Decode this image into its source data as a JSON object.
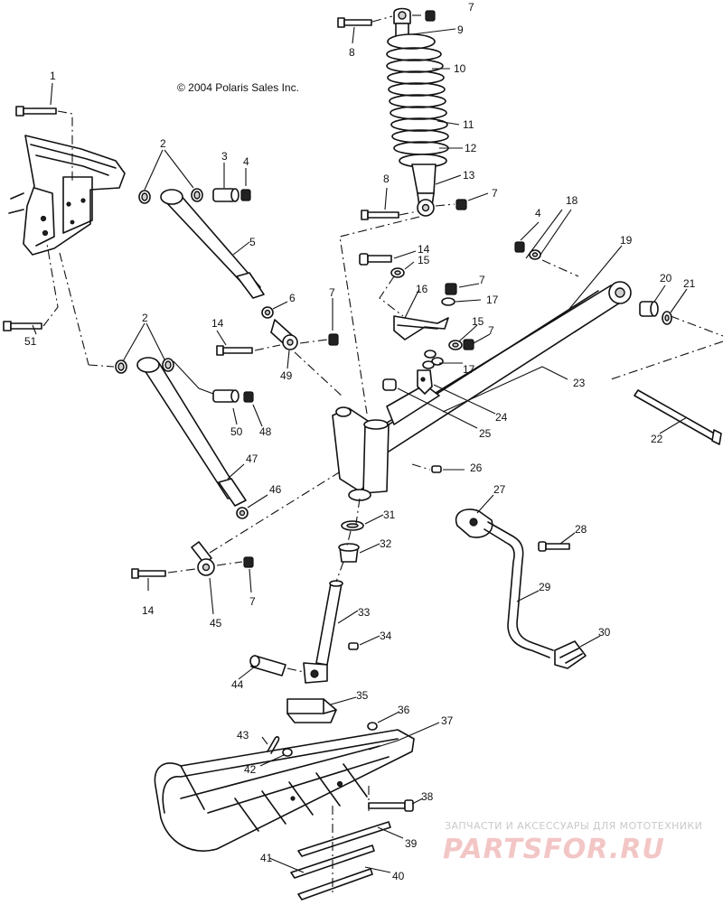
{
  "copyright": "© 2004 Polaris Sales Inc.",
  "watermark": {
    "caption": "ЗАПЧАСТИ И АКСЕССУАРЫ ДЛЯ МОТОТЕХНИКИ",
    "brand": "PARTSFOR.RU"
  },
  "callouts": {
    "c1": "1",
    "c2a": "2",
    "c2b": "2",
    "c3": "3",
    "c4a": "4",
    "c4b": "4",
    "c5": "5",
    "c6": "6",
    "c7a": "7",
    "c7b": "7",
    "c7c": "7",
    "c7d": "7",
    "c7e": "7",
    "c7f": "7",
    "c8a": "8",
    "c8b": "8",
    "c9": "9",
    "c10": "10",
    "c11": "11",
    "c12": "12",
    "c13": "13",
    "c14a": "14",
    "c14b": "14",
    "c14c": "14",
    "c15a": "15",
    "c15b": "15",
    "c16": "16",
    "c17a": "17",
    "c17b": "17",
    "c18": "18",
    "c19": "19",
    "c20": "20",
    "c21": "21",
    "c22": "22",
    "c23": "23",
    "c24": "24",
    "c25": "25",
    "c26": "26",
    "c27": "27",
    "c28": "28",
    "c29": "29",
    "c30": "30",
    "c31": "31",
    "c32": "32",
    "c33": "33",
    "c34": "34",
    "c35": "35",
    "c36": "36",
    "c37": "37",
    "c38": "38",
    "c39": "39",
    "c40": "40",
    "c41": "41",
    "c42": "42",
    "c43": "43",
    "c44": "44",
    "c45": "45",
    "c46": "46",
    "c47": "47",
    "c48": "48",
    "c49": "49",
    "c50": "50",
    "c51": "51"
  }
}
